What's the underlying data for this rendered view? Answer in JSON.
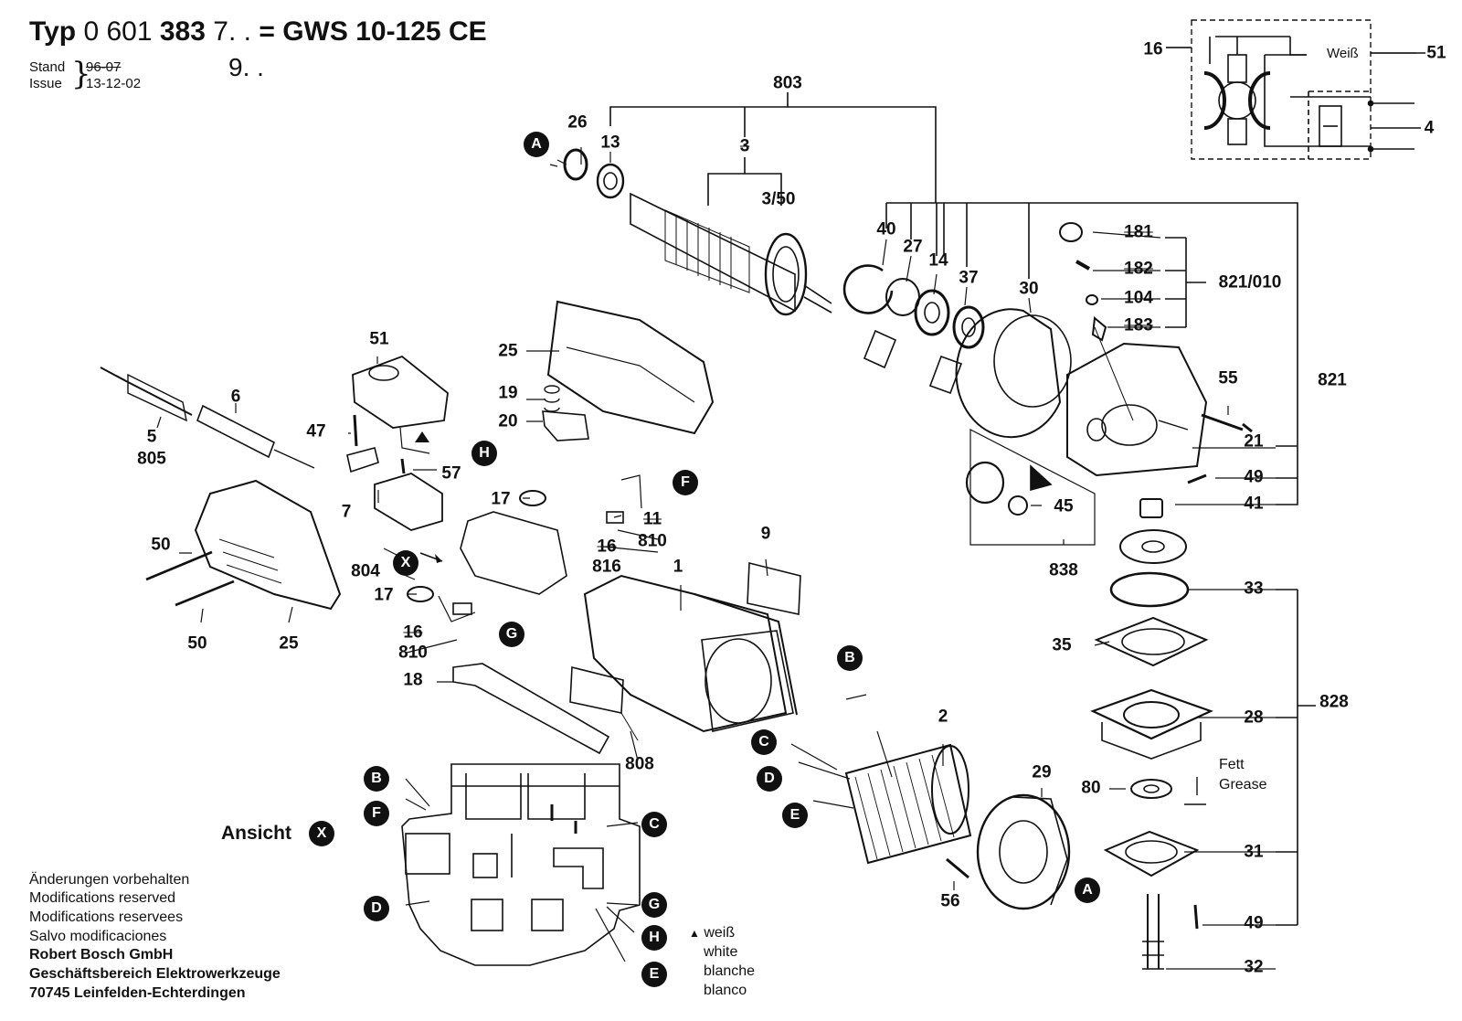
{
  "header": {
    "typ_label": "Typ",
    "part_number": "0 601",
    "part_number_bold": "383",
    "variant_line1": "7. .",
    "equals": "=",
    "model": "GWS 10-125 CE",
    "variant_line2": "9. .",
    "stand_label": "Stand",
    "stand_date": "96-07",
    "issue_label": "Issue",
    "issue_date": "13-12-02"
  },
  "labels": {
    "803": "803",
    "26": "26",
    "13": "13",
    "3": "3",
    "3_50": "3/50",
    "40": "40",
    "27": "27",
    "14": "14",
    "37": "37",
    "30": "30",
    "181": "181",
    "182": "182",
    "104": "104",
    "183": "183",
    "821_010": "821/010",
    "55": "55",
    "821": "821",
    "21": "21",
    "49a": "49",
    "41": "41",
    "45": "45",
    "838": "838",
    "33": "33",
    "35": "35",
    "28": "28",
    "828": "828",
    "80": "80",
    "31": "31",
    "49b": "49",
    "32": "32",
    "29": "29",
    "56": "56",
    "2": "2",
    "9": "9",
    "1": "1",
    "808": "808",
    "18": "18",
    "17a": "17",
    "17b": "17",
    "11": "11",
    "810a": "810",
    "16a": "16",
    "816": "816",
    "810b": "810",
    "16b": "16",
    "804": "804",
    "7": "7",
    "47": "47",
    "57": "57",
    "51a": "51",
    "25a": "25",
    "19": "19",
    "20": "20",
    "6": "6",
    "5": "5",
    "805": "805",
    "50a": "50",
    "50b": "50",
    "25b": "25",
    "16c": "16",
    "51b": "51",
    "4": "4"
  },
  "callouts": {
    "A": "A",
    "B": "B",
    "C": "C",
    "D": "D",
    "E": "E",
    "F": "F",
    "G": "G",
    "H": "H",
    "X": "X"
  },
  "wire_color": "Weiß",
  "grease": {
    "de": "Fett",
    "en": "Grease"
  },
  "view": {
    "label": "Ansicht"
  },
  "legend_white": {
    "marker": "▲",
    "de": "weiß",
    "en": "white",
    "fr": "blanche",
    "es": "blanco"
  },
  "footer": {
    "line1": "Änderungen vorbehalten",
    "line2": "Modifications reserved",
    "line3": "Modifications reservees",
    "line4": "Salvo modificaciones",
    "company": "Robert Bosch GmbH",
    "division": "Geschäftsbereich Elektrowerkzeuge",
    "address": "70745 Leinfelden-Echterdingen"
  }
}
